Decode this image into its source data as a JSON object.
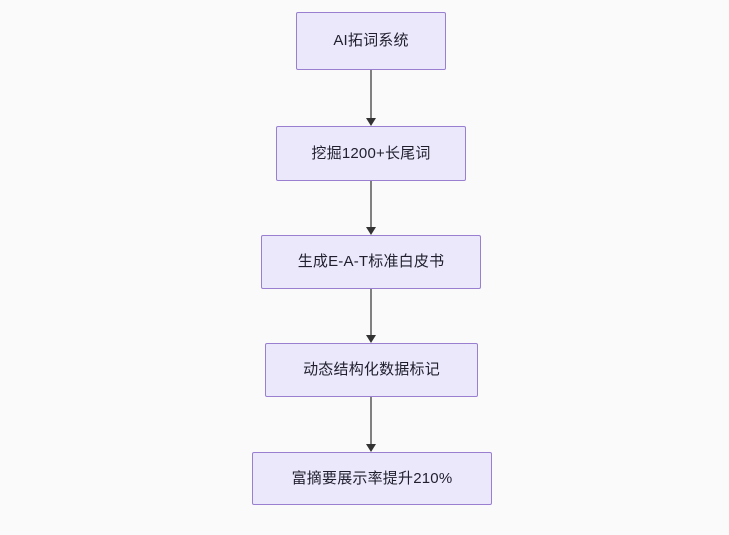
{
  "diagram": {
    "type": "flowchart",
    "direction": "top-to-bottom",
    "background_color": "#fafafa",
    "node_fill_color": "#ebe8fb",
    "node_border_color": "#9a7fd1",
    "node_text_color": "#1f1f2e",
    "edge_line_color": "#808080",
    "edge_arrow_color": "#333333",
    "nodes": [
      {
        "id": "n1",
        "label": "AI拓词系统"
      },
      {
        "id": "n2",
        "label": "挖掘1200+长尾词"
      },
      {
        "id": "n3",
        "label": "生成E-A-T标准白皮书"
      },
      {
        "id": "n4",
        "label": "动态结构化数据标记"
      },
      {
        "id": "n5",
        "label": "富摘要展示率提升210%"
      }
    ],
    "edges": [
      {
        "id": "e1",
        "from": "n1",
        "to": "n2",
        "label": ""
      },
      {
        "id": "e2",
        "from": "n2",
        "to": "n3",
        "label": ""
      },
      {
        "id": "e3",
        "from": "n3",
        "to": "n4",
        "label": ""
      },
      {
        "id": "e4",
        "from": "n4",
        "to": "n5",
        "label": ""
      }
    ]
  }
}
